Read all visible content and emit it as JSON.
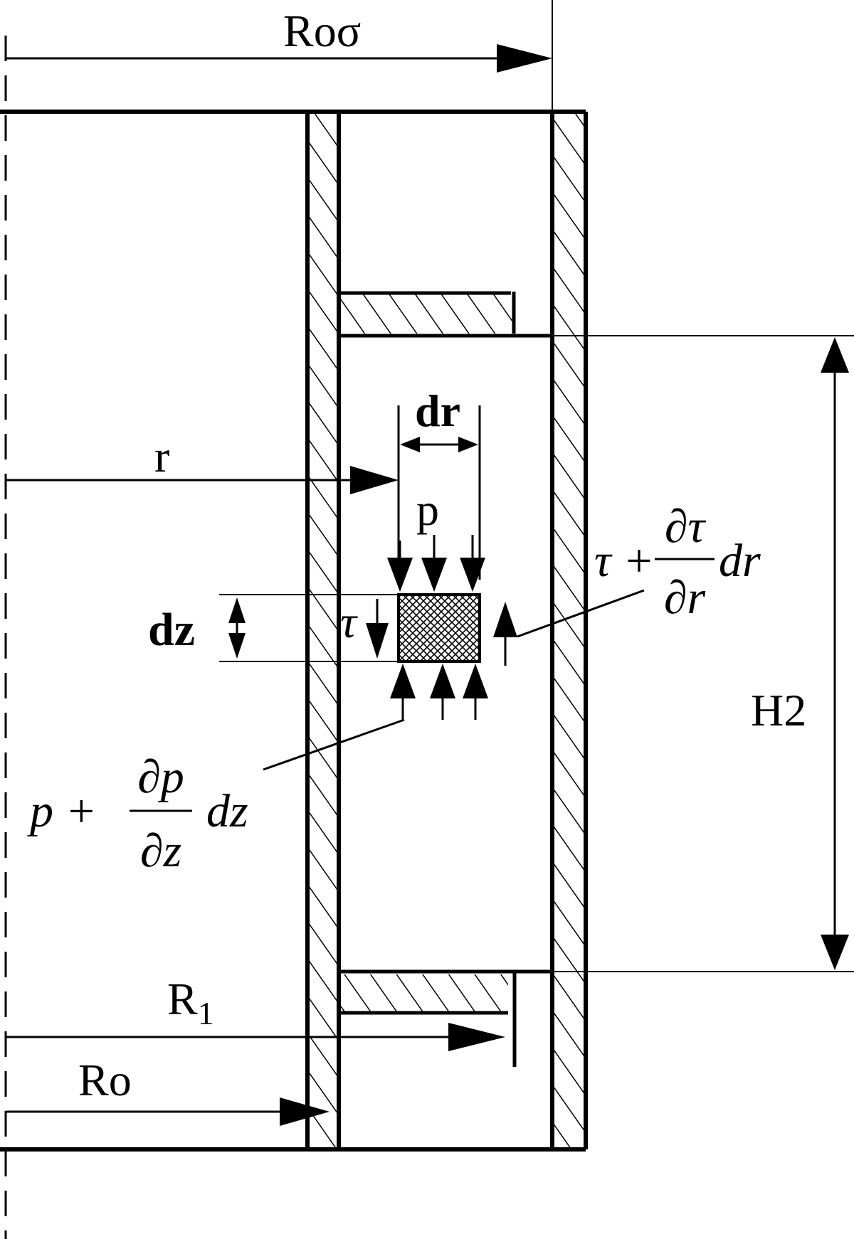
{
  "labels": {
    "r_o_sigma": "Roσ",
    "r": "r",
    "dr": "dr",
    "p": "p",
    "dz": "dz",
    "tau": "τ",
    "tau_plus": "τ +",
    "tau_d_num": "∂τ",
    "tau_d_den": "∂r",
    "tau_d_tail": "dr",
    "p_plus": "p +",
    "p_d_num": "∂p",
    "p_d_den": "∂z",
    "p_d_tail": "dz",
    "h2": "H2",
    "r1_base": "R",
    "r1_sub": "1",
    "r_o": "Ro"
  },
  "colors": {
    "ink": "#000000",
    "background": "#ffffff"
  }
}
